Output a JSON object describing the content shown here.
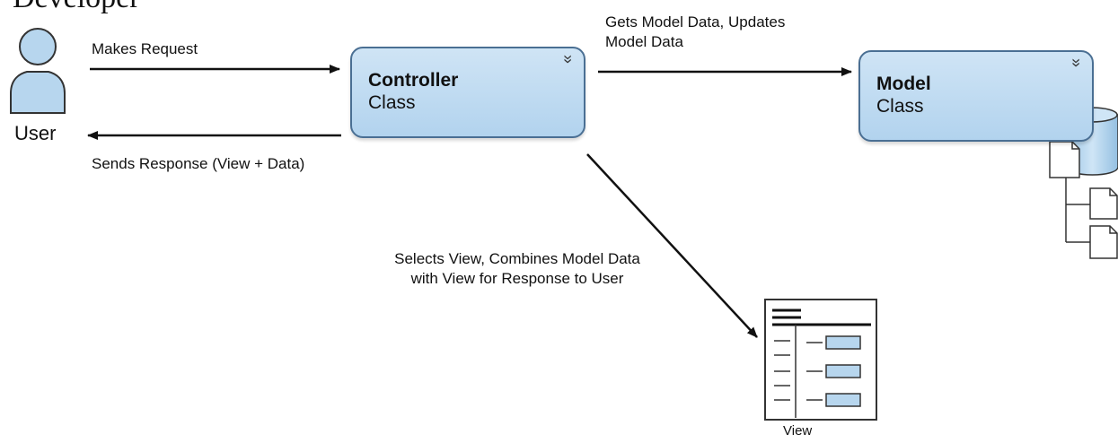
{
  "diagram": {
    "top_partial_text": "Developer",
    "user_label": "User",
    "controller": {
      "name": "Controller",
      "type": "Class",
      "chevron": "»"
    },
    "model": {
      "name": "Model",
      "type": "Class",
      "chevron": "»"
    },
    "arrows": {
      "makes_request": "Makes Request",
      "sends_response": "Sends Response (View + Data)",
      "gets_model_line1": "Gets Model Data, Updates",
      "gets_model_line2": "Model Data",
      "selects_view_line1": "Selects View, Combines Model Data",
      "selects_view_line2": "with View for Response to User"
    },
    "view_label": "View",
    "icons": [
      "user-icon",
      "database-icon",
      "document-icon",
      "view-icon",
      "chevron-down-icon"
    ],
    "colors": {
      "box_fill": "#bcd9f0",
      "box_border": "#4a6f93",
      "icon_fill": "#b7d6ee"
    }
  }
}
